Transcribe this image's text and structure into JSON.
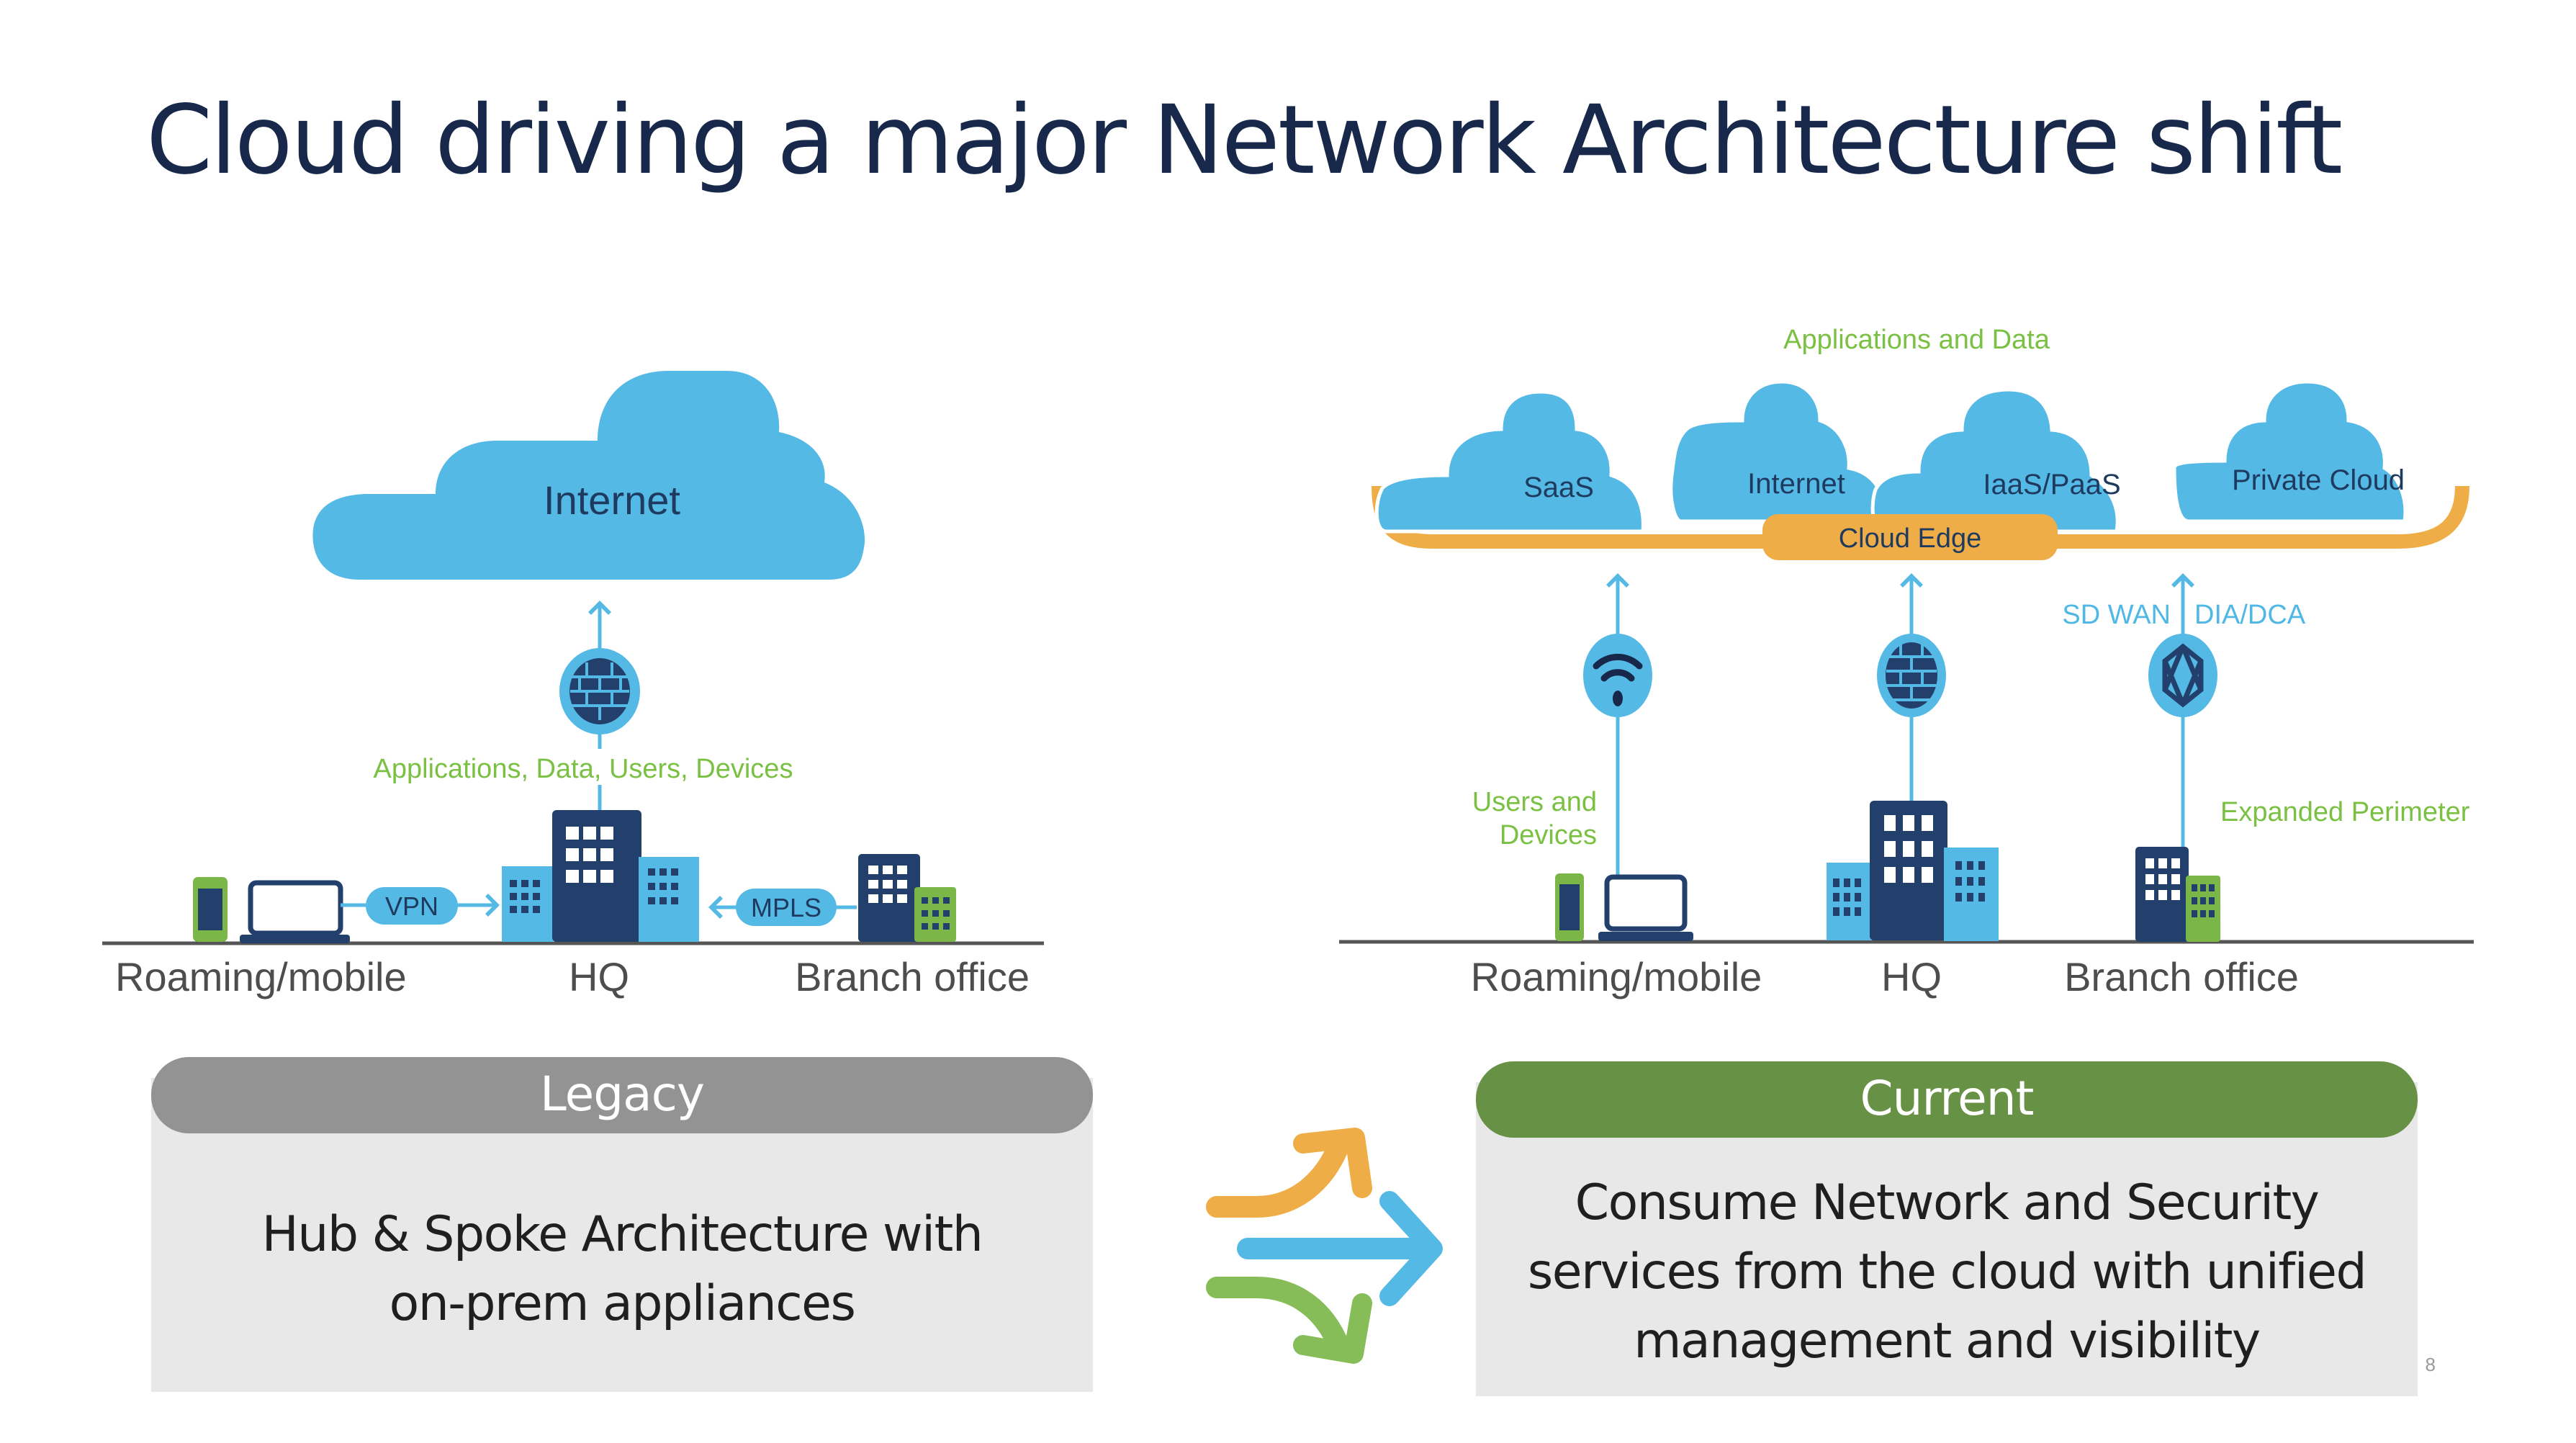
{
  "slide": {
    "title": "Cloud driving a major Network Architecture shift",
    "page_number": "8"
  },
  "legacy_diagram": {
    "cloud_label": "Internet",
    "flow_label": "Applications, Data, Users, Devices",
    "vpn_label": "VPN",
    "mpls_label": "MPLS",
    "locations": [
      "Roaming/mobile",
      "HQ",
      "Branch office"
    ],
    "icons": [
      "cloud-icon",
      "firewall-icon",
      "phone-icon",
      "laptop-icon",
      "hq-building-icon",
      "branch-building-icon"
    ]
  },
  "current_diagram": {
    "top_label": "Applications and Data",
    "clouds": [
      "SaaS",
      "Internet",
      "IaaS/PaaS",
      "Private Cloud"
    ],
    "edge_label": "Cloud Edge",
    "sdwan_label": "SD WAN",
    "dia_label": "DIA/DCA",
    "users_label_line1": "Users and",
    "users_label_line2": "Devices",
    "perimeter_label": "Expanded Perimeter",
    "locations": [
      "Roaming/mobile",
      "HQ",
      "Branch office"
    ],
    "icons": [
      "wifi-icon",
      "firewall-icon",
      "sdwan-router-icon"
    ]
  },
  "legacy_card": {
    "header": "Legacy",
    "body_line1": "Hub & Spoke Architecture with",
    "body_line2": "on-prem appliances",
    "header_color": "#939393"
  },
  "current_card": {
    "header": "Current",
    "body_line1": "Consume Network and Security",
    "body_line2": "services from the cloud with unified",
    "body_line3": "management and visibility",
    "header_color": "#679145"
  },
  "colors": {
    "title": "#17284a",
    "cloud_blue": "#55b9e5",
    "navy": "#22406b",
    "green": "#7ab648",
    "orange": "#efad48",
    "card_body": "#e8e8e8"
  }
}
